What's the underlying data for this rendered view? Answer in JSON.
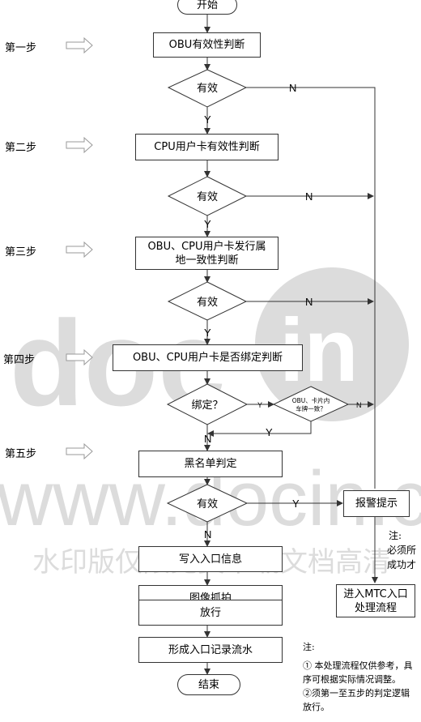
{
  "watermark": {
    "word1": "doc",
    "word2": "in",
    "url": "www.docin.c",
    "banner": "水印版仅限免费下载文档高清"
  },
  "steps": [
    "第一步",
    "第二步",
    "第三步",
    "第四步",
    "第五步"
  ],
  "nodes": {
    "start": "开始",
    "obu_check": "OBU有效性判断",
    "valid1": "有效",
    "cpu_check": "CPU用户卡有效性判断",
    "valid2": "有效",
    "region_line1": "OBU、CPU用户卡发行属",
    "region_line2": "地一致性判断",
    "valid3": "有效",
    "bind_check": "OBU、CPU用户卡是否绑定判断",
    "bound": "绑定？",
    "plate_line1": "OBU、卡片内",
    "plate_line2": "车牌一致？",
    "blacklist": "黑名单判定",
    "valid4": "有效",
    "alarm": "报警提示",
    "write": "写入入口信息",
    "capture": "图像抓拍",
    "release": "放行",
    "record": "形成入口记录流水",
    "end": "结束",
    "mtc_line1": "进入MTC入口",
    "mtc_line2": "处理流程"
  },
  "edge_labels": {
    "yes": "Y",
    "no": "N"
  },
  "side_note": {
    "title": "注:",
    "line1": "必须所",
    "line2": "成功才"
  },
  "notes": {
    "title": "注:",
    "line1": "① 本处理流程仅供参考，具",
    "line2": "序可根据实际情况调整。",
    "line3": "②须第一至五步的判定逻辑",
    "line4": "放行。"
  }
}
